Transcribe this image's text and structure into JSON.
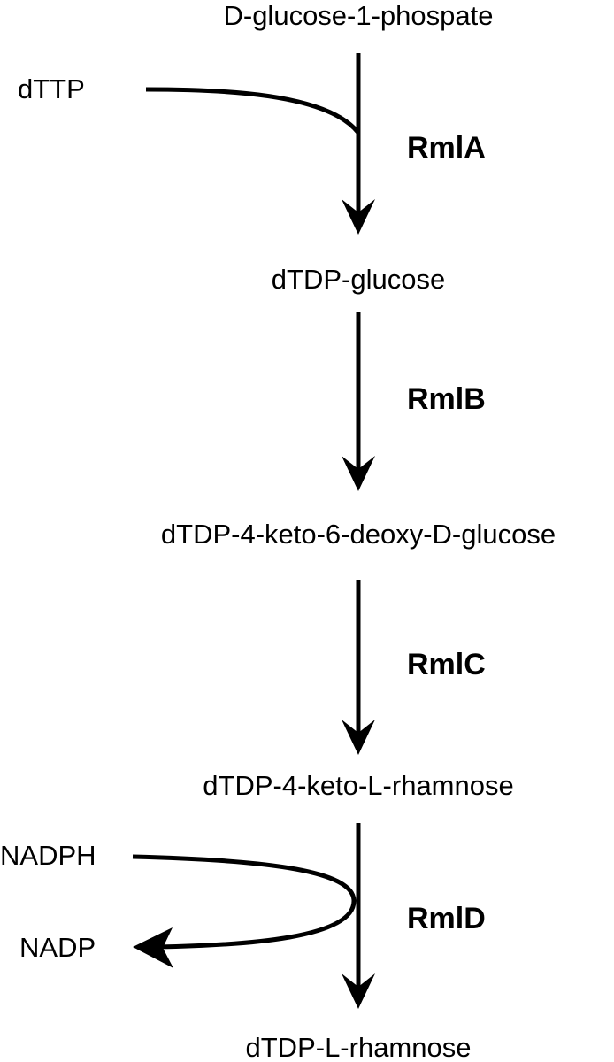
{
  "diagram": {
    "compounds": [
      "D-glucose-1-phospate",
      "dTDP-glucose",
      "dTDP-4-keto-6-deoxy-D-glucose",
      "dTDP-4-keto-L-rhamnose",
      "dTDP-L-rhamnose"
    ],
    "enzymes": [
      "RmlA",
      "RmlB",
      "RmlC",
      "RmlD"
    ],
    "cofactors": {
      "rmla_input": "dTTP",
      "rmld_input": "NADPH",
      "rmld_output": "NADP"
    },
    "colors": {
      "ink": "#000000",
      "background": "#ffffff"
    }
  }
}
